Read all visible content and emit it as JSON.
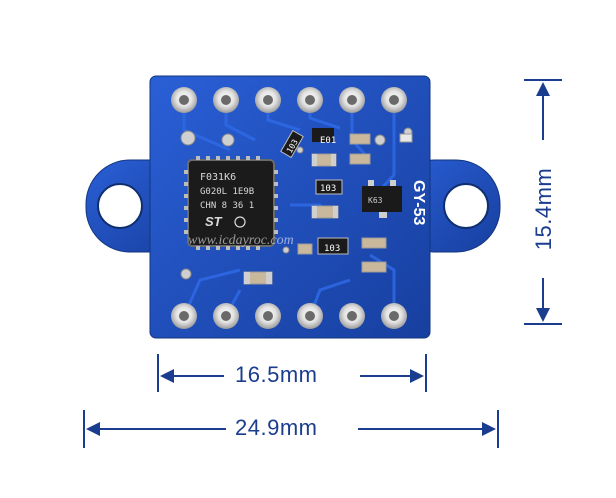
{
  "dimensions": {
    "inner_width": "16.5mm",
    "outer_width": "24.9mm",
    "height": "15.4mm"
  },
  "board": {
    "model_label": "GY-53",
    "watermark": "www.icdayroc.com",
    "chip_lines": [
      "F031K6",
      "G020L 1E9B",
      "CHN 8 36 1"
    ],
    "silkscreen": {
      "e01": "E01",
      "r103_top": "103",
      "r103_mid": "103",
      "r103_low": "103",
      "k63": "K63"
    }
  },
  "colors": {
    "pcb": "#1d4fc4",
    "pcb_dark": "#153e9c",
    "arrow": "#1a3d8f",
    "pad": "#d9d9d9"
  }
}
